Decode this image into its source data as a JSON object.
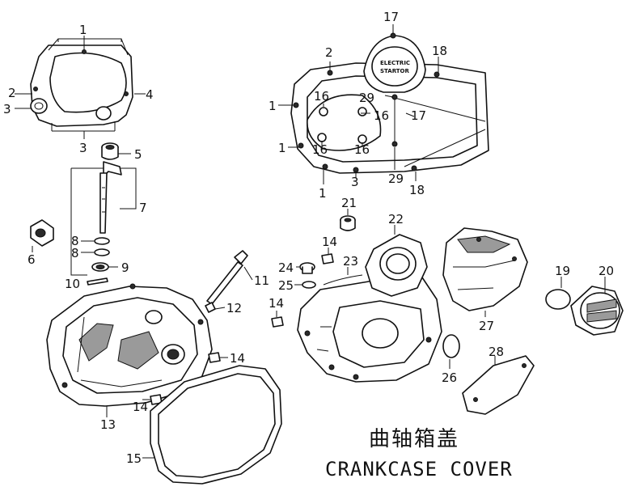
{
  "title_cn": "曲轴箱盖",
  "title_en": "CRANKCASE  COVER",
  "badge": {
    "line1": "ELECTRIC",
    "line2": "STARTOR"
  },
  "callouts": [
    "1",
    "2",
    "3",
    "3",
    "4",
    "5",
    "6",
    "7",
    "8",
    "8",
    "9",
    "10",
    "11",
    "12",
    "13",
    "14",
    "14",
    "14",
    "14",
    "15",
    "2",
    "17",
    "18",
    "1",
    "16",
    "29",
    "16",
    "17",
    "1",
    "16",
    "16",
    "1",
    "3",
    "29",
    "18",
    "21",
    "22",
    "23",
    "24",
    "25",
    "26",
    "27",
    "28",
    "19",
    "20"
  ]
}
